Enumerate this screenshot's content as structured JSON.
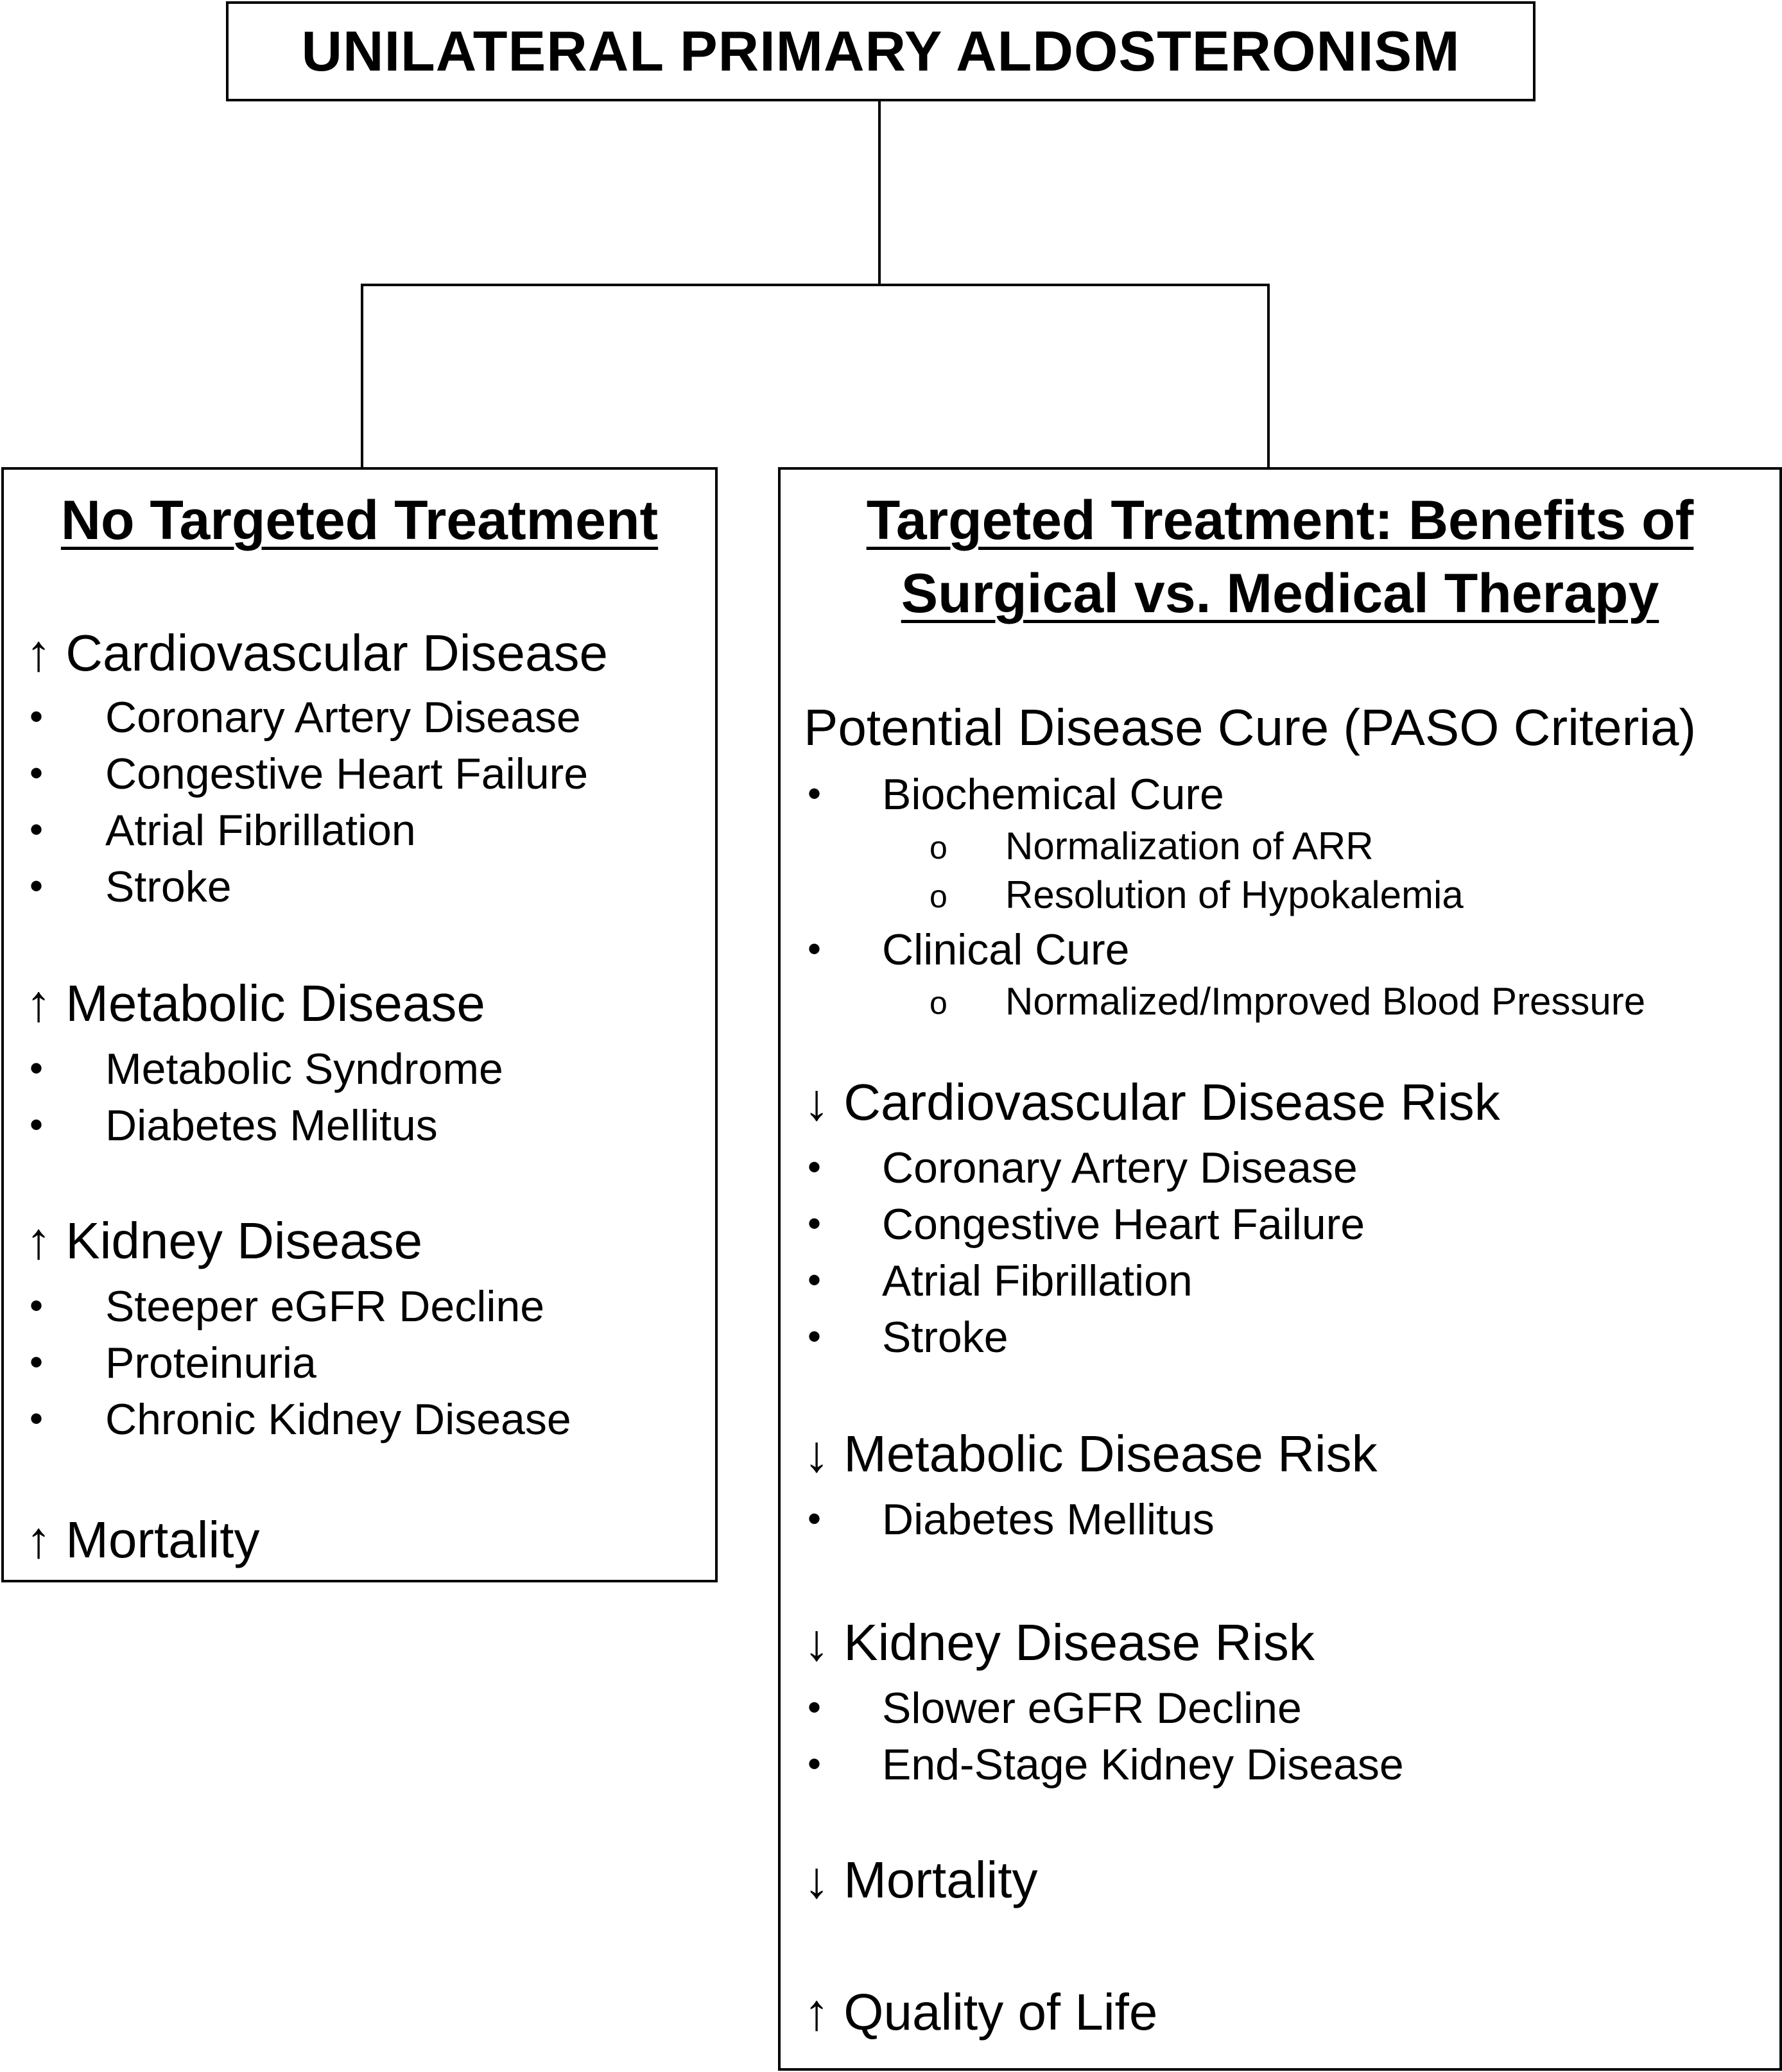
{
  "top": {
    "title": "UNILATERAL PRIMARY ALDOSTERONISM"
  },
  "left": {
    "heading": "No Targeted Treatment",
    "cv": {
      "title": "↑ Cardiovascular Disease",
      "items": [
        "Coronary Artery Disease",
        "Congestive Heart Failure",
        "Atrial Fibrillation",
        "Stroke"
      ]
    },
    "metabolic": {
      "title": "↑ Metabolic Disease",
      "items": [
        "Metabolic Syndrome",
        "Diabetes Mellitus"
      ]
    },
    "kidney": {
      "title": "↑ Kidney Disease",
      "items": [
        "Steeper eGFR Decline",
        "Proteinuria",
        "Chronic Kidney Disease"
      ]
    },
    "mortality": "↑ Mortality"
  },
  "right": {
    "heading_line1": "Targeted Treatment: Benefits of",
    "heading_line2": "Surgical vs. Medical Therapy",
    "cure": {
      "title": "Potential Disease Cure (PASO Criteria)",
      "biochemical": "Biochemical Cure",
      "biochemical_items": [
        "Normalization of ARR",
        "Resolution of Hypokalemia"
      ],
      "clinical": "Clinical Cure",
      "clinical_items": [
        "Normalized/Improved Blood Pressure"
      ]
    },
    "cv": {
      "title": "↓ Cardiovascular Disease Risk",
      "items": [
        "Coronary Artery Disease",
        "Congestive Heart Failure",
        "Atrial Fibrillation",
        "Stroke"
      ]
    },
    "metabolic": {
      "title": "↓ Metabolic Disease Risk",
      "items": [
        "Diabetes Mellitus"
      ]
    },
    "kidney": {
      "title": "↓ Kidney Disease Risk",
      "items": [
        "Slower eGFR Decline",
        "End-Stage Kidney Disease"
      ]
    },
    "mortality": "↓ Mortality",
    "qol": "↑ Quality of Life"
  },
  "symbols": {
    "bullet": "•",
    "sub_bullet": "o"
  }
}
